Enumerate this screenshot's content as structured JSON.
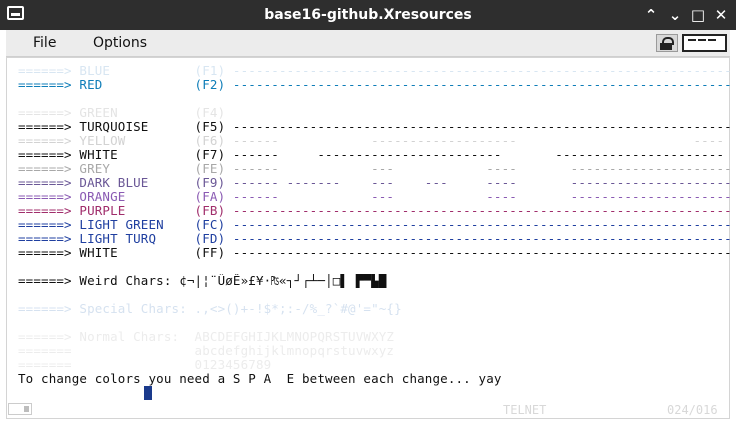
{
  "window": {
    "title": "base16-github.Xresources",
    "minimize": "^",
    "restore": "v",
    "maximize": "☐",
    "close": "✕"
  },
  "menu": {
    "file": "File",
    "options": "Options"
  },
  "colors": {
    "black": "#101010",
    "blue": "#1c75ba",
    "red": "#0e7db8",
    "lightgray": "#dadada",
    "gray": "#c6c6c6",
    "darkblue": "#6a5796",
    "orange": "#8a5ab3",
    "purple": "#a02d6b",
    "navy": "#1f3fa0",
    "teal": "#1a4d8f",
    "dim": "#d6e2f0",
    "caret": "#1a3a8c"
  },
  "terminal": {
    "lines": [
      {
        "text": "======> BLUE           (F1) ------------------------------------------------------------------",
        "color": "#d8e6f2"
      },
      {
        "text": "======> RED            (F2) ------------------------------------------------------------------",
        "color": "#0e7db8"
      },
      {
        "text": "",
        "color": "#101010"
      },
      {
        "text": "======> GREEN          (F4)",
        "color": "#e4e4e4"
      },
      {
        "text": "======> TURQUOISE      (F5) ------------------------------------------------------------------",
        "color": "#101010"
      },
      {
        "text": "======> YELLOW         (F6) ------            -------------------                       ----",
        "color": "#d2d2d2"
      },
      {
        "text": "======> WHITE          (F7) ------     ------------------------       ----------------------",
        "color": "#101010"
      },
      {
        "text": "======> GREY           (FE) ------            ---            ----       -----------------------",
        "color": "#a8a8a8"
      },
      {
        "text": "======> DARK BLUE      (F9) ------ -------    ---    ---     ----       -----------------------",
        "color": "#6a5796"
      },
      {
        "text": "======> ORANGE         (FA) ------            ---            ----       -----------------------",
        "color": "#8a5ab3"
      },
      {
        "text": "======> PURPLE         (FB) ------------------------------------------------------------------",
        "color": "#a02d6b"
      },
      {
        "text": "======> LIGHT GREEN    (FC) ------------------------------------------------------------------",
        "color": "#1f3fa0"
      },
      {
        "text": "======> LIGHT TURQ     (FD) ------------------------------------------------------------------",
        "color": "#1f3fa0"
      },
      {
        "text": "======> WHITE          (FF) ------------------------------------------------------------------",
        "color": "#101010"
      },
      {
        "text": "",
        "color": "#101010"
      },
      {
        "text": "======> Weird Chars: ¢¬|¦¨ÛøÊ»£¥·₧«┐┘┌┴─│□▌ ▛▀▙█",
        "color": "#101010"
      },
      {
        "text": "",
        "color": "#101010"
      },
      {
        "text": "======> Special Chars: .,<>()+-!$*;:-/%_?`#@'=\"~{}",
        "color": "#d6e2f0"
      },
      {
        "text": "",
        "color": "#101010"
      },
      {
        "text": "======> Normal Chars:  ABCDEFGHIJKLMNOPQRSTUVWXYZ",
        "color": "#ececec"
      },
      {
        "text": "=======                abcdefghijklmnopqrstuvwxyz",
        "color": "#ececec"
      },
      {
        "text": "=======                0123456789",
        "color": "#ececec"
      },
      {
        "text": "To change colors you need a S P A  E between each change... yay",
        "color": "#101010"
      }
    ],
    "cursor_char": " "
  },
  "status": {
    "mode": "TELNET",
    "position": "024/016"
  }
}
